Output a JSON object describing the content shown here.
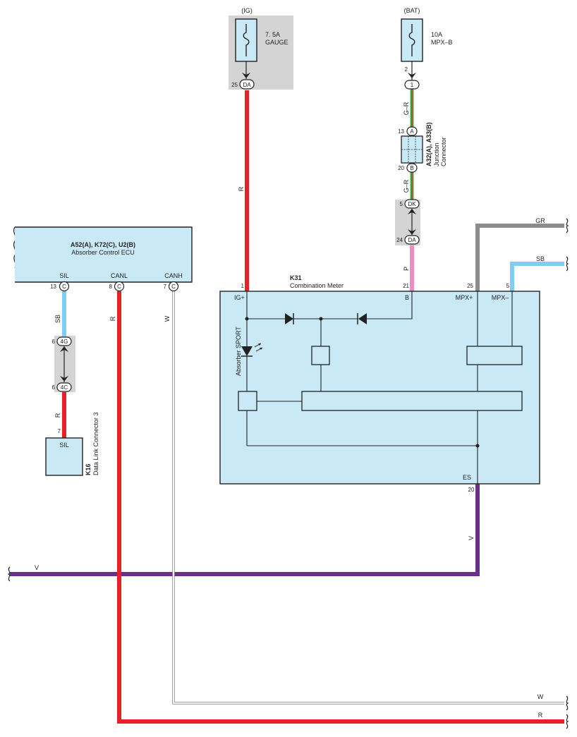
{
  "ig_supply": {
    "source": "(IG)",
    "fuse_rating": "7. 5A",
    "fuse_name": "GAUGE",
    "pin": "25",
    "code": "DA"
  },
  "bat_supply": {
    "source": "(BAT)",
    "fuse_rating": "10A",
    "fuse_name": "MPX–B",
    "pin": "2",
    "conn_1": "1"
  },
  "junction": {
    "id": "A32(A), A33(B)",
    "name1": "Junction",
    "name2": "Connector",
    "pin_top": "13",
    "code_top": "A",
    "pin_bot": "20",
    "code_bot": "B"
  },
  "jc_dk": {
    "pin_top": "5",
    "code_top": "DK",
    "pin_bot": "24",
    "code_bot": "DA"
  },
  "ecu": {
    "id": "A52(A), K72(C), U2(B)",
    "name": "Absorber Control ECU",
    "sil": {
      "label": "SIL",
      "pin": "13",
      "code": "C"
    },
    "canl": {
      "label": "CANL",
      "pin": "8",
      "code": "C"
    },
    "canh": {
      "label": "CANH",
      "pin": "7",
      "code": "C"
    }
  },
  "jc_4g": {
    "pin_top": "6",
    "code_top": "4G",
    "pin_bot": "6",
    "code_bot": "4C"
  },
  "dlc": {
    "id": "K16",
    "name": "Data Link Connector 3",
    "pin": "7",
    "label": "SIL"
  },
  "meter": {
    "id": "K31",
    "name": "Combination Meter",
    "ig_label": "IG+",
    "ig_pin": "1",
    "b_label": "B",
    "b_pin": "21",
    "mpxp_label": "MPX+",
    "mpxp_pin": "25",
    "mpxm_label": "MPX–",
    "mpxm_pin": "5",
    "es_label": "ES",
    "es_pin": "20",
    "indicator": "Absorber SPORT"
  },
  "wires": {
    "ig_red": "R",
    "bat_gr_top": "G–R",
    "bat_gr_bot": "G–R",
    "b_pink": "P",
    "gr_out": "GR",
    "sb_out": "SB",
    "sil_sb": "SB",
    "sil_r": "R",
    "canl_r": "R",
    "canh_w": "W",
    "es_v": "V",
    "v_bus": "V",
    "w_out": "W",
    "r_out": "R"
  },
  "colors": {
    "red": "#e8202a",
    "pink": "#ef8cc0",
    "green": "#3bb54a",
    "gray": "#8c8c8c",
    "sky": "#7fcdf0",
    "violet": "#6b2d8e",
    "box": "#c9e9f7",
    "shade": "#d4d4d4"
  }
}
